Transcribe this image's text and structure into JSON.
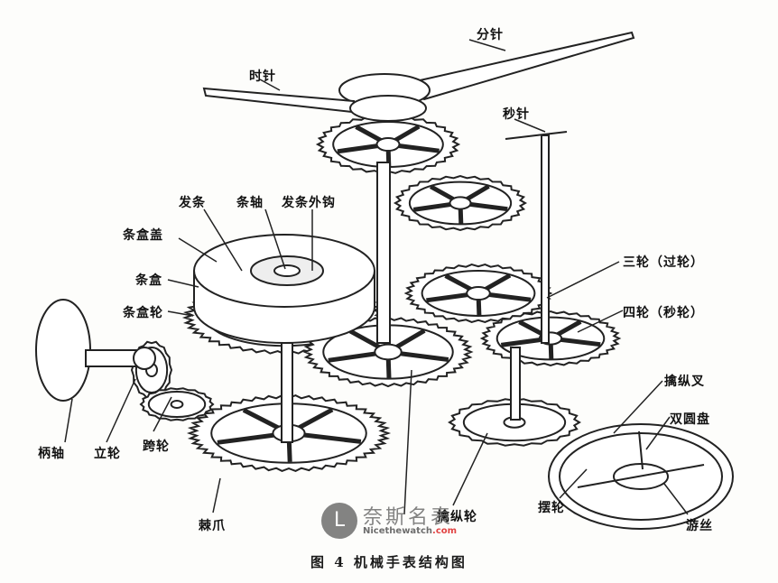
{
  "labels": {
    "minute_hand": "分针",
    "hour_hand": "时针",
    "second_hand": "秒针",
    "mainspring": "发条",
    "arbor": "条轴",
    "spring_hook": "发条外钩",
    "barrel_cover": "条盒盖",
    "barrel": "条盒",
    "barrel_wheel": "条盒轮",
    "third_wheel": "三轮（过轮）",
    "fourth_wheel": "四轮（秒轮）",
    "pallet_fork": "擒纵叉",
    "double_roller": "双圆盘",
    "crown_stem": "柄轴",
    "crown_wheel": "立轮",
    "intermediate_wheel": "跨轮",
    "escape_wheel": "擒纵轮",
    "balance_wheel": "摆轮",
    "hairspring": "游丝",
    "click": "棘爪"
  },
  "caption": "图 4   机械手表结构图",
  "watermark": {
    "logo_glyph": "L",
    "cn": "奈斯名表",
    "en": "Nicethewatch",
    "en_suffix": ".com"
  }
}
